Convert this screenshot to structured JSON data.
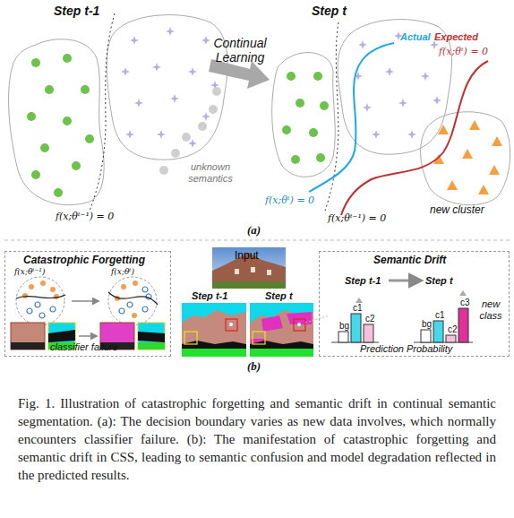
{
  "diagram": {
    "caption": "Fig. 1. Illustration of catastrophic forgetting and semantic drift in continual semantic segmentation. (a): The decision boundary varies as new data involves, which normally encounters classifier failure. (b): The manifestation of catastrophic forgetting and semantic drift in CSS, leading to semantic confusion and model degradation reflected in the predicted results.",
    "nodes": [
      {
        "text": [
          "Catastrophic Forgetting",
          "f(x;θᵗ⁻¹)",
          "f(x;θᵗ)",
          "classifier failure"
        ]
      },
      {
        "text": [
          "Semantic Drift",
          "Step t-1",
          "Step t",
          "bg",
          "c1",
          "c2",
          "bg",
          "c1",
          "c2",
          "c3",
          "new class",
          "Prediction Probability"
        ]
      }
    ],
    "labels": [
      "Step t-1",
      "Continual Learning",
      "Step t",
      "Actual",
      "Expected",
      "f(x;θᵗ) = 0",
      "unknown semantics",
      "f(x;θᵗ⁻¹) = 0",
      "f(x;θᵗ) = 0",
      "f(x;θᵗ⁻¹) = 0",
      "new cluster",
      "(a)",
      "Input",
      "Step t-1",
      "Step t",
      "(b)"
    ]
  }
}
